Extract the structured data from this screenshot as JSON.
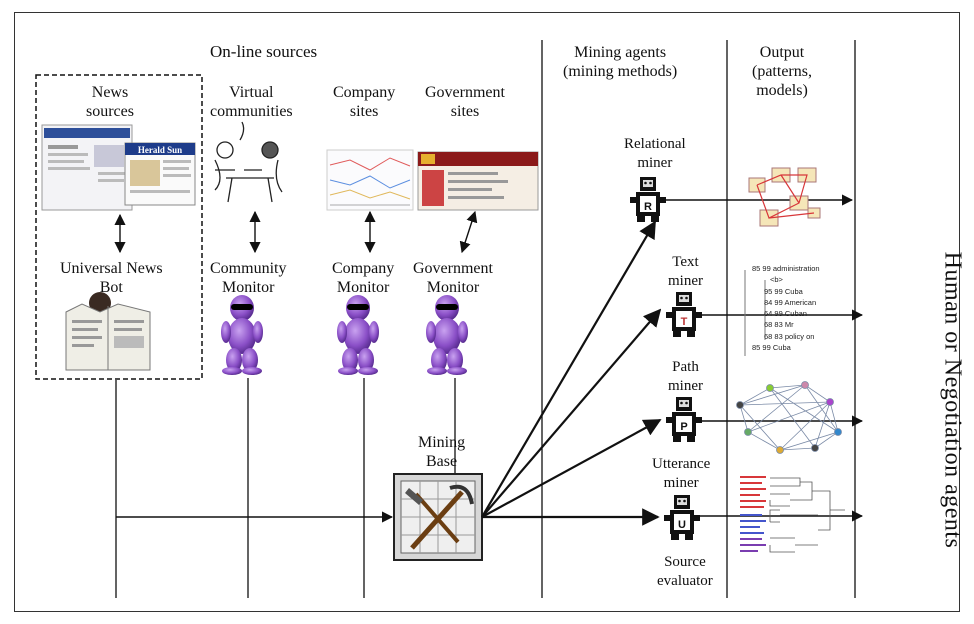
{
  "headers": {
    "online_sources": "On-line sources",
    "mining_agents": [
      "Mining agents",
      "(mining methods)"
    ],
    "output": [
      "Output",
      "(patterns,",
      "models)"
    ]
  },
  "sources": {
    "news": [
      "News",
      "sources"
    ],
    "virtual": [
      "Virtual",
      "communities"
    ],
    "company": [
      "Company",
      "sites"
    ],
    "government": [
      "Government",
      "sites"
    ]
  },
  "news_thumb_text": "Herald Sun",
  "monitors": {
    "news": [
      "Universal News",
      "Bot"
    ],
    "community": [
      "Community",
      "Monitor"
    ],
    "company": [
      "Company",
      "Monitor"
    ],
    "government": [
      "Government",
      "Monitor"
    ]
  },
  "mining_base": [
    "Mining",
    "Base"
  ],
  "miners": [
    {
      "label": [
        "Relational",
        "miner"
      ],
      "letter": "R"
    },
    {
      "label": [
        "Text",
        "miner"
      ],
      "letter": "T"
    },
    {
      "label": [
        "Path",
        "miner"
      ],
      "letter": "P"
    },
    {
      "label": [
        "Utterance",
        "miner"
      ],
      "letter": "U"
    }
  ],
  "source_evaluator": [
    "Source",
    "evaluator"
  ],
  "text_tree": [
    "85 99 administration",
    "<b>",
    "95 99 Cuba",
    "84 99 American",
    "64 99 Cuban",
    "68 83 Mr",
    "68 83 policy on",
    "85 99 Cuba"
  ],
  "side_label": "Human or Negotiation agents",
  "colors": {
    "border": "#333333",
    "agent_purple": "#8a4fc7",
    "robot": "#111111",
    "red_link": "#d8373a"
  }
}
